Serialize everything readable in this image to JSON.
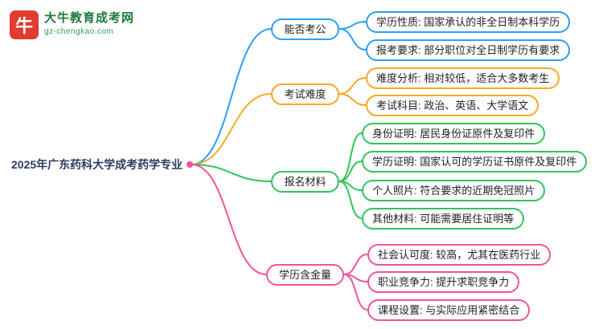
{
  "logo": {
    "icon": "bull-icon",
    "icon_glyph": "牛",
    "title": "大牛教育成考网",
    "domain": "gz-chengkao.com"
  },
  "root": {
    "label": "2025年广东药科大学成考药学专业"
  },
  "branches": [
    {
      "label": "能否考公",
      "color_key": "blue",
      "children": [
        "学历性质: 国家承认的非全日制本科学历",
        "报考要求: 部分职位对全日制学历有要求"
      ]
    },
    {
      "label": "考试难度",
      "color_key": "orange",
      "children": [
        "难度分析: 相对较低，适合大多数考生",
        "考试科目: 政治、英语、大学语文"
      ]
    },
    {
      "label": "报名材料",
      "color_key": "green",
      "children": [
        "身份证明: 居民身份证原件及复印件",
        "学历证明: 国家认可的学历证书原件及复印件",
        "个人照片: 符合要求的近期免冠照片",
        "其他材料: 可能需要居住证明等"
      ]
    },
    {
      "label": "学历含金量",
      "color_key": "pink",
      "children": [
        "社会认可度: 较高，尤其在医药行业",
        "职业竞争力: 提升求职竞争力",
        "课程设置: 与实际应用紧密结合"
      ]
    }
  ],
  "colors": {
    "blue": "#2aa1f2",
    "orange": "#f7a825",
    "green": "#31c45a",
    "pink": "#f0539b",
    "logo_red": "#e03c31",
    "logo_green": "#1b7a3d",
    "root_text": "#2f3a5f"
  }
}
